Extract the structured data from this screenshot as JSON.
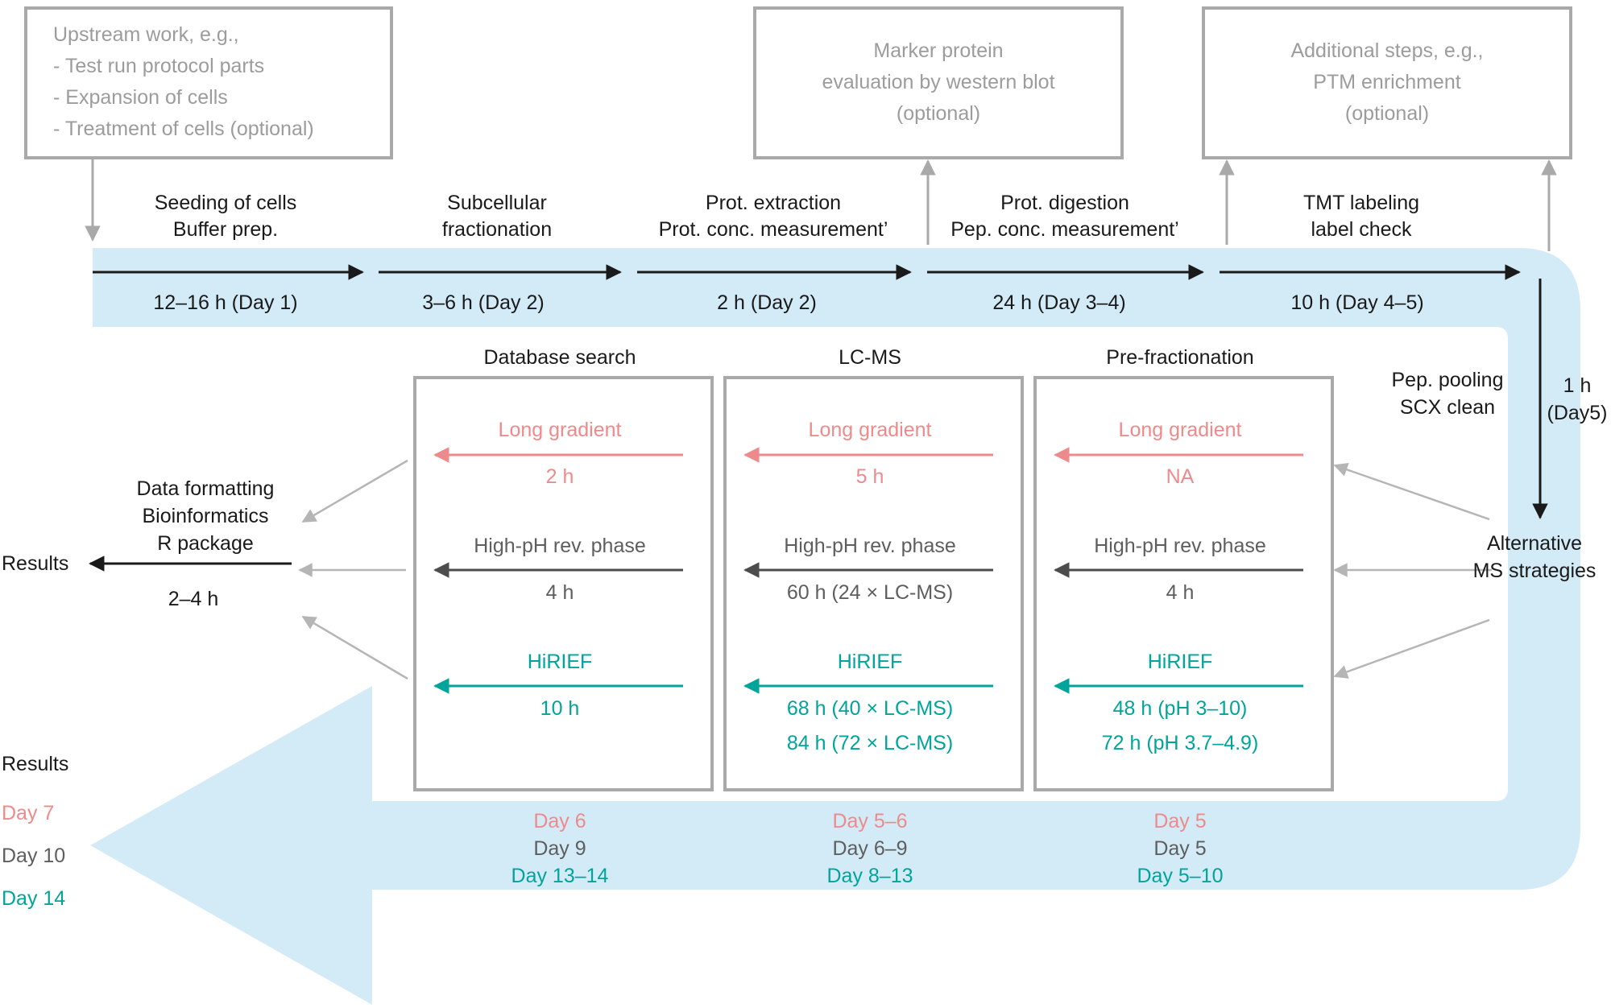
{
  "colors": {
    "band_blue": "#d3eaf7",
    "pink": "#ef8a8c",
    "teal": "#00a49b",
    "dark_gray_text": "#5e5e5e",
    "muted_gray_text": "#9c9c9c",
    "box_border_gray": "#a9a9a9",
    "black": "#1a1a1a"
  },
  "top_boxes": {
    "upstream": {
      "lines": [
        "Upstream work, e.g.,",
        "- Test run protocol parts",
        "- Expansion of cells",
        "- Treatment of cells (optional)"
      ]
    },
    "marker": {
      "lines": [
        "Marker protein",
        "evaluation by western blot",
        "(optional)"
      ]
    },
    "additional": {
      "lines": [
        "Additional steps, e.g.,",
        "PTM enrichment",
        "(optional)"
      ]
    }
  },
  "timeline": {
    "steps": [
      {
        "line1": "Seeding of cells",
        "line2": "Buffer prep.",
        "time": "12–16 h (Day 1)"
      },
      {
        "line1": "Subcellular",
        "line2": "fractionation",
        "time": "3–6 h (Day 2)"
      },
      {
        "line1": "Prot. extraction",
        "line2": "Prot. conc. measurement’",
        "time": "2 h (Day 2)"
      },
      {
        "line1": "Prot. digestion",
        "line2": "Pep. conc. measurement’",
        "time": "24 h (Day 3–4)"
      },
      {
        "line1": "TMT labeling",
        "line2": "label check",
        "time": "10 h (Day 4–5)"
      }
    ],
    "pooling_line1": "Pep. pooling",
    "pooling_line2": "SCX clean",
    "pooling_time_line1": "1 h",
    "pooling_time_line2": "(Day5)",
    "alternative_line1": "Alternative",
    "alternative_line2": "MS strategies"
  },
  "method_boxes": [
    {
      "title": "Database search",
      "rows": [
        {
          "label": "Long gradient",
          "times": [
            "2 h"
          ]
        },
        {
          "label": "High-pH rev. phase",
          "times": [
            "4 h"
          ]
        },
        {
          "label": "HiRIEF",
          "times": [
            "10 h"
          ]
        }
      ],
      "days": [
        "Day 6",
        "Day 9",
        "Day 13–14"
      ]
    },
    {
      "title": "LC-MS",
      "rows": [
        {
          "label": "Long gradient",
          "times": [
            "5 h"
          ]
        },
        {
          "label": "High-pH rev. phase",
          "times": [
            "60 h (24 × LC-MS)"
          ]
        },
        {
          "label": "HiRIEF",
          "times": [
            "68 h (40 × LC-MS)",
            "84 h (72 × LC-MS)"
          ]
        }
      ],
      "days": [
        "Day 5–6",
        "Day 6–9",
        "Day 8–13"
      ]
    },
    {
      "title": "Pre-fractionation",
      "rows": [
        {
          "label": "Long gradient",
          "times": [
            "NA"
          ]
        },
        {
          "label": "High-pH rev. phase",
          "times": [
            "4 h"
          ]
        },
        {
          "label": "HiRIEF",
          "times": [
            "48 h (pH 3–10)",
            "72 h (pH 3.7–4.9)"
          ]
        }
      ],
      "days": [
        "Day 5",
        "Day 5",
        "Day 5–10"
      ]
    }
  ],
  "output": {
    "formatting_line1": "Data formatting",
    "formatting_line2": "Bioinformatics",
    "formatting_line3": "R package",
    "formatting_time": "2–4 h",
    "results_label": "Results"
  },
  "results_summary": {
    "label": "Results",
    "day_pink": "Day 7",
    "day_gray": "Day 10",
    "day_teal": "Day 14"
  }
}
